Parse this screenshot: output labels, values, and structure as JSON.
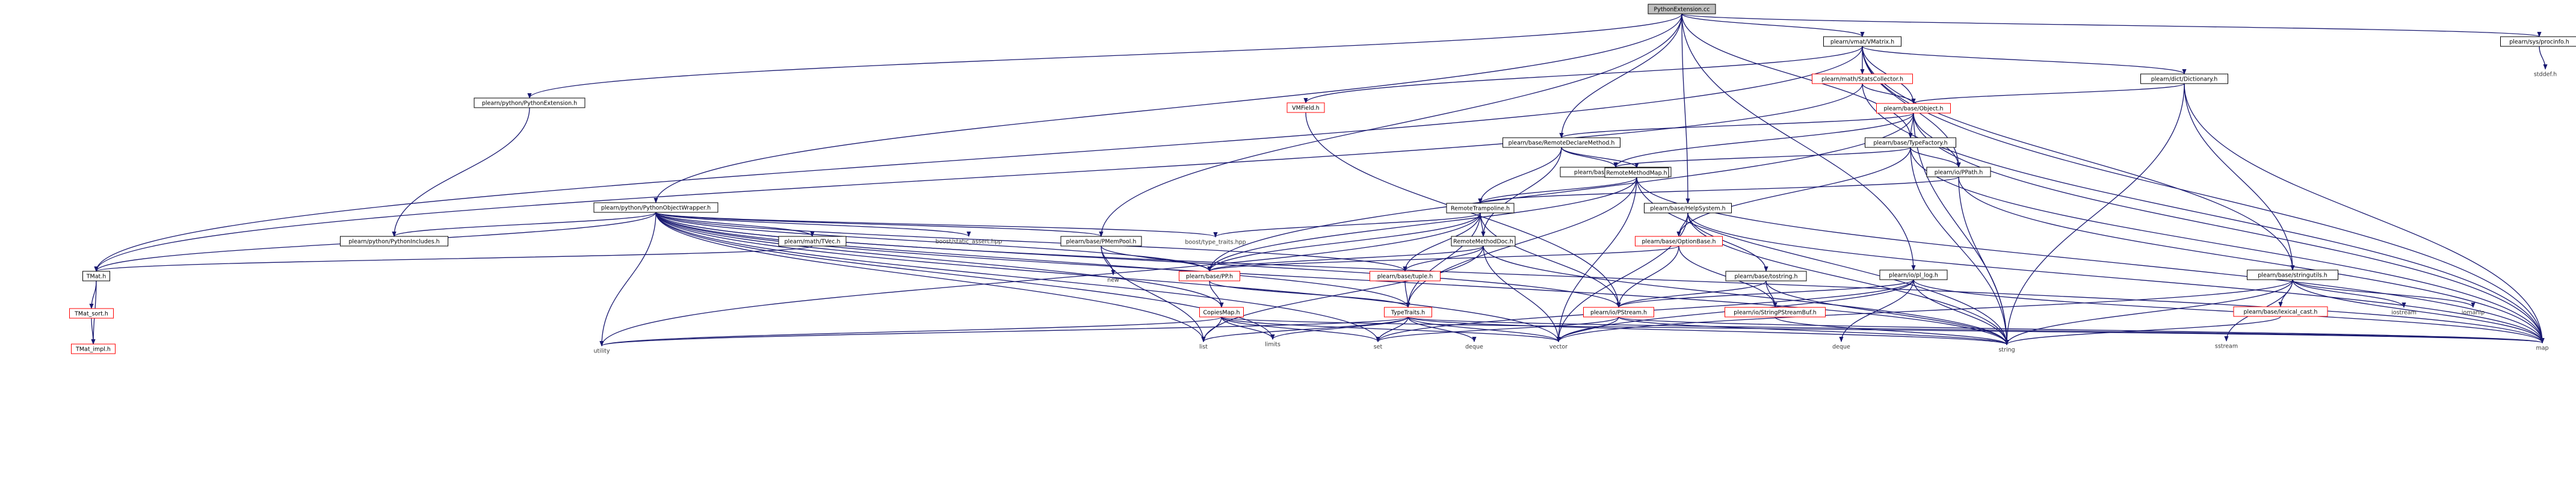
{
  "graph": {
    "root": "n_root",
    "nodes": [
      {
        "id": "n_root",
        "label": "PythonExtension.cc",
        "style": "root"
      },
      {
        "id": "n_vmat",
        "label": "plearn/vmat/VMatrix.h",
        "style": "normal"
      },
      {
        "id": "n_procinfo",
        "label": "plearn/sys/procinfo.h",
        "style": "normal"
      },
      {
        "id": "n_stddef",
        "label": "stddef.h",
        "style": "plain"
      },
      {
        "id": "n_pyext",
        "label": "plearn/python/PythonExtension.h",
        "style": "normal"
      },
      {
        "id": "n_statscol",
        "label": "plearn/math/StatsCollector.h",
        "style": "red"
      },
      {
        "id": "n_dict",
        "label": "plearn/dict/Dictionary.h",
        "style": "normal"
      },
      {
        "id": "n_vmfield",
        "label": "VMField.h",
        "style": "red"
      },
      {
        "id": "n_object",
        "label": "plearn/base/Object.h",
        "style": "red"
      },
      {
        "id": "n_rdm",
        "label": "plearn/base/RemoteDeclareMethod.h",
        "style": "normal"
      },
      {
        "id": "n_typefactory",
        "label": "plearn/base/TypeFactory.h",
        "style": "normal"
      },
      {
        "id": "n_staticinit",
        "label": "plearn/base/StaticInitializer.h",
        "style": "normal"
      },
      {
        "id": "n_rmm",
        "label": "RemoteMethodMap.h",
        "style": "normal"
      },
      {
        "id": "n_ppath",
        "label": "plearn/io/PPath.h",
        "style": "normal"
      },
      {
        "id": "n_pow",
        "label": "plearn/python/PythonObjectWrapper.h",
        "style": "normal"
      },
      {
        "id": "n_rtramp",
        "label": "RemoteTrampoline.h",
        "style": "normal"
      },
      {
        "id": "n_help",
        "label": "plearn/base/HelpSystem.h",
        "style": "normal"
      },
      {
        "id": "n_pyinc",
        "label": "plearn/python/PythonIncludes.h",
        "style": "normal"
      },
      {
        "id": "n_tvec",
        "label": "plearn/math/TVec.h",
        "style": "normal"
      },
      {
        "id": "n_bsa",
        "label": "boost/static_assert.hpp",
        "style": "plain"
      },
      {
        "id": "n_pmempool",
        "label": "plearn/base/PMemPool.h",
        "style": "normal"
      },
      {
        "id": "n_btt",
        "label": "boost/type_traits.hpp",
        "style": "plain"
      },
      {
        "id": "n_rmdoc",
        "label": "RemoteMethodDoc.h",
        "style": "normal"
      },
      {
        "id": "n_optbase",
        "label": "plearn/base/OptionBase.h",
        "style": "red"
      },
      {
        "id": "n_tmat",
        "label": "TMat.h",
        "style": "normal"
      },
      {
        "id": "n_new",
        "label": "new",
        "style": "plain"
      },
      {
        "id": "n_pp",
        "label": "plearn/base/PP.h",
        "style": "red"
      },
      {
        "id": "n_tuple",
        "label": "plearn/base/tuple.h",
        "style": "red"
      },
      {
        "id": "n_tostring",
        "label": "plearn/base/tostring.h",
        "style": "normal"
      },
      {
        "id": "n_pllog",
        "label": "plearn/io/pl_log.h",
        "style": "normal"
      },
      {
        "id": "n_stringutil",
        "label": "plearn/base/stringutils.h",
        "style": "normal"
      },
      {
        "id": "n_tmatsort",
        "label": "TMat_sort.h",
        "style": "red"
      },
      {
        "id": "n_copiesmap",
        "label": "CopiesMap.h",
        "style": "red"
      },
      {
        "id": "n_typetraits",
        "label": "TypeTraits.h",
        "style": "red"
      },
      {
        "id": "n_pstream",
        "label": "plearn/io/PStream.h",
        "style": "red"
      },
      {
        "id": "n_pstrbuf",
        "label": "plearn/io/StringPStreamBuf.h",
        "style": "red"
      },
      {
        "id": "n_lexcast",
        "label": "plearn/base/lexical_cast.h",
        "style": "red"
      },
      {
        "id": "n_iostream",
        "label": "iostream",
        "style": "plain"
      },
      {
        "id": "n_iomanip",
        "label": "iomanip",
        "style": "plain"
      },
      {
        "id": "n_tmatimpl",
        "label": "TMat_impl.h",
        "style": "red"
      },
      {
        "id": "n_utility",
        "label": "utility",
        "style": "plain"
      },
      {
        "id": "n_list",
        "label": "list",
        "style": "plain"
      },
      {
        "id": "n_limits",
        "label": "limits",
        "style": "plain"
      },
      {
        "id": "n_set",
        "label": "set",
        "style": "plain"
      },
      {
        "id": "n_deque",
        "label": "deque",
        "style": "plain"
      },
      {
        "id": "n_vector",
        "label": "vector",
        "style": "plain"
      },
      {
        "id": "n_dequeh",
        "label": "deque",
        "style": "plain"
      },
      {
        "id": "n_string",
        "label": "string",
        "style": "plain"
      },
      {
        "id": "n_sstream",
        "label": "sstream",
        "style": "plain"
      },
      {
        "id": "n_map",
        "label": "map",
        "style": "plain"
      }
    ],
    "edges": [
      [
        "n_root",
        "n_vmat"
      ],
      [
        "n_root",
        "n_procinfo"
      ],
      [
        "n_root",
        "n_pyext"
      ],
      [
        "n_root",
        "n_pow"
      ],
      [
        "n_root",
        "n_pmempool"
      ],
      [
        "n_root",
        "n_help"
      ],
      [
        "n_root",
        "n_typefactory"
      ],
      [
        "n_root",
        "n_rdm"
      ],
      [
        "n_root",
        "n_pllog"
      ],
      [
        "n_procinfo",
        "n_stddef"
      ],
      [
        "n_pyext",
        "n_pyinc"
      ],
      [
        "n_vmat",
        "n_statscol"
      ],
      [
        "n_vmat",
        "n_dict"
      ],
      [
        "n_vmat",
        "n_vmfield"
      ],
      [
        "n_vmat",
        "n_object"
      ],
      [
        "n_vmat",
        "n_ppath"
      ],
      [
        "n_vmat",
        "n_tmat"
      ],
      [
        "n_vmat",
        "n_map"
      ],
      [
        "n_vmat",
        "n_stringutil"
      ],
      [
        "n_statscol",
        "n_object"
      ],
      [
        "n_statscol",
        "n_tmat"
      ],
      [
        "n_statscol",
        "n_map"
      ],
      [
        "n_dict",
        "n_object"
      ],
      [
        "n_dict",
        "n_stringutil"
      ],
      [
        "n_dict",
        "n_string"
      ],
      [
        "n_dict",
        "n_map"
      ],
      [
        "n_vmfield",
        "n_pstream"
      ],
      [
        "n_object",
        "n_rdm"
      ],
      [
        "n_object",
        "n_typefactory"
      ],
      [
        "n_object",
        "n_ppath"
      ],
      [
        "n_object",
        "n_pp"
      ],
      [
        "n_object",
        "n_staticinit"
      ],
      [
        "n_object",
        "n_string"
      ],
      [
        "n_object",
        "n_map"
      ],
      [
        "n_rdm",
        "n_staticinit"
      ],
      [
        "n_rdm",
        "n_rmm"
      ],
      [
        "n_rdm",
        "n_rtramp"
      ],
      [
        "n_rdm",
        "n_rmdoc"
      ],
      [
        "n_typefactory",
        "n_staticinit"
      ],
      [
        "n_typefactory",
        "n_ppath"
      ],
      [
        "n_typefactory",
        "n_map"
      ],
      [
        "n_typefactory",
        "n_string"
      ],
      [
        "n_typefactory",
        "n_optbase"
      ],
      [
        "n_rmm",
        "n_rtramp"
      ],
      [
        "n_rmm",
        "n_pp"
      ],
      [
        "n_rmm",
        "n_map"
      ],
      [
        "n_rmm",
        "n_string"
      ],
      [
        "n_rmm",
        "n_typetraits"
      ],
      [
        "n_rmm",
        "n_vector"
      ],
      [
        "n_ppath",
        "n_rtramp"
      ],
      [
        "n_ppath",
        "n_string"
      ],
      [
        "n_ppath",
        "n_map"
      ],
      [
        "n_pow",
        "n_pyinc"
      ],
      [
        "n_pow",
        "n_tvec"
      ],
      [
        "n_pow",
        "n_bsa"
      ],
      [
        "n_pow",
        "n_pmempool"
      ],
      [
        "n_pow",
        "n_btt"
      ],
      [
        "n_pow",
        "n_tmat"
      ],
      [
        "n_pow",
        "n_pp"
      ],
      [
        "n_pow",
        "n_tuple"
      ],
      [
        "n_pow",
        "n_copiesmap"
      ],
      [
        "n_pow",
        "n_typetraits"
      ],
      [
        "n_pow",
        "n_utility"
      ],
      [
        "n_pow",
        "n_list"
      ],
      [
        "n_pow",
        "n_vector"
      ],
      [
        "n_pow",
        "n_map"
      ],
      [
        "n_pow",
        "n_string"
      ],
      [
        "n_pow",
        "n_limits"
      ],
      [
        "n_pow",
        "n_set"
      ],
      [
        "n_pow",
        "n_pstream"
      ],
      [
        "n_tvec",
        "n_tmat"
      ],
      [
        "n_pmempool",
        "n_new"
      ],
      [
        "n_pmempool",
        "n_pp"
      ],
      [
        "n_pmempool",
        "n_list"
      ],
      [
        "n_rtramp",
        "n_rmdoc"
      ],
      [
        "n_rtramp",
        "n_tuple"
      ],
      [
        "n_rtramp",
        "n_pp"
      ],
      [
        "n_rtramp",
        "n_pstream"
      ],
      [
        "n_rtramp",
        "n_typetraits"
      ],
      [
        "n_rtramp",
        "n_utility"
      ],
      [
        "n_rtramp",
        "n_btt"
      ],
      [
        "n_help",
        "n_optbase"
      ],
      [
        "n_help",
        "n_tostring"
      ],
      [
        "n_help",
        "n_string"
      ],
      [
        "n_help",
        "n_vector"
      ],
      [
        "n_help",
        "n_map"
      ],
      [
        "n_rmdoc",
        "n_pp"
      ],
      [
        "n_rmdoc",
        "n_tuple"
      ],
      [
        "n_rmdoc",
        "n_string"
      ],
      [
        "n_rmdoc",
        "n_vector"
      ],
      [
        "n_rmdoc",
        "n_list"
      ],
      [
        "n_optbase",
        "n_pp"
      ],
      [
        "n_optbase",
        "n_pstream"
      ],
      [
        "n_optbase",
        "n_pstrbuf"
      ],
      [
        "n_tmat",
        "n_tmatsort"
      ],
      [
        "n_tmat",
        "n_tmatimpl"
      ],
      [
        "n_tmatsort",
        "n_tmatimpl"
      ],
      [
        "n_pp",
        "n_copiesmap"
      ],
      [
        "n_pp",
        "n_typetraits"
      ],
      [
        "n_tuple",
        "n_typetraits"
      ],
      [
        "n_tostring",
        "n_pstream"
      ],
      [
        "n_tostring",
        "n_pstrbuf"
      ],
      [
        "n_tostring",
        "n_string"
      ],
      [
        "n_pllog",
        "n_pstream"
      ],
      [
        "n_pllog",
        "n_map"
      ],
      [
        "n_pllog",
        "n_string"
      ],
      [
        "n_pllog",
        "n_vector"
      ],
      [
        "n_pllog",
        "n_set"
      ],
      [
        "n_pllog",
        "n_dequeh"
      ],
      [
        "n_stringutil",
        "n_lexcast"
      ],
      [
        "n_stringutil",
        "n_iostream"
      ],
      [
        "n_stringutil",
        "n_iomanip"
      ],
      [
        "n_stringutil",
        "n_string"
      ],
      [
        "n_stringutil",
        "n_vector"
      ],
      [
        "n_stringutil",
        "n_map"
      ],
      [
        "n_stringutil",
        "n_sstream"
      ],
      [
        "n_copiesmap",
        "n_map"
      ],
      [
        "n_copiesmap",
        "n_utility"
      ],
      [
        "n_copiesmap",
        "n_list"
      ],
      [
        "n_copiesmap",
        "n_limits"
      ],
      [
        "n_copiesmap",
        "n_set"
      ],
      [
        "n_copiesmap",
        "n_vector"
      ],
      [
        "n_typetraits",
        "n_utility"
      ],
      [
        "n_typetraits",
        "n_list"
      ],
      [
        "n_typetraits",
        "n_limits"
      ],
      [
        "n_typetraits",
        "n_set"
      ],
      [
        "n_typetraits",
        "n_deque"
      ],
      [
        "n_typetraits",
        "n_vector"
      ],
      [
        "n_typetraits",
        "n_string"
      ],
      [
        "n_typetraits",
        "n_map"
      ],
      [
        "n_pstream",
        "n_string"
      ],
      [
        "n_pstream",
        "n_map"
      ],
      [
        "n_pstream",
        "n_set"
      ],
      [
        "n_pstream",
        "n_vector"
      ],
      [
        "n_pstrbuf",
        "n_string"
      ],
      [
        "n_lexcast",
        "n_string"
      ]
    ]
  }
}
